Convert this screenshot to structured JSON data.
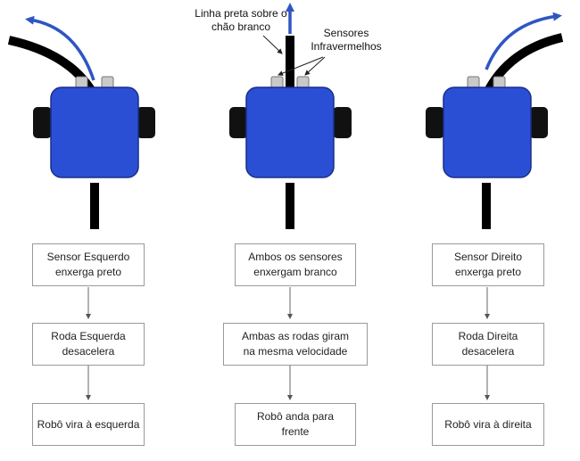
{
  "annotations": {
    "line_label": "Linha preta sobre o\nchão branco",
    "sensor_label": "Sensores\nInfravermelhos"
  },
  "columns": [
    {
      "sensor_text": "Sensor Esquerdo\nenxerga preto",
      "wheel_text": "Roda Esquerda\ndesacelera",
      "result_text": "Robô vira à esquerda"
    },
    {
      "sensor_text": "Ambos os sensores\nenxergam branco",
      "wheel_text": "Ambas as rodas giram\nna mesma velocidade",
      "result_text": "Robô anda para\nfrente"
    },
    {
      "sensor_text": "Sensor Direito\nenxerga preto",
      "wheel_text": "Roda Direita\ndesacelera",
      "result_text": "Robô vira à direita"
    }
  ],
  "colors": {
    "robot_body": "#2b4fd4",
    "arrow": "#2f55c4",
    "line": "#000000",
    "box_border": "#9a9a9a"
  }
}
